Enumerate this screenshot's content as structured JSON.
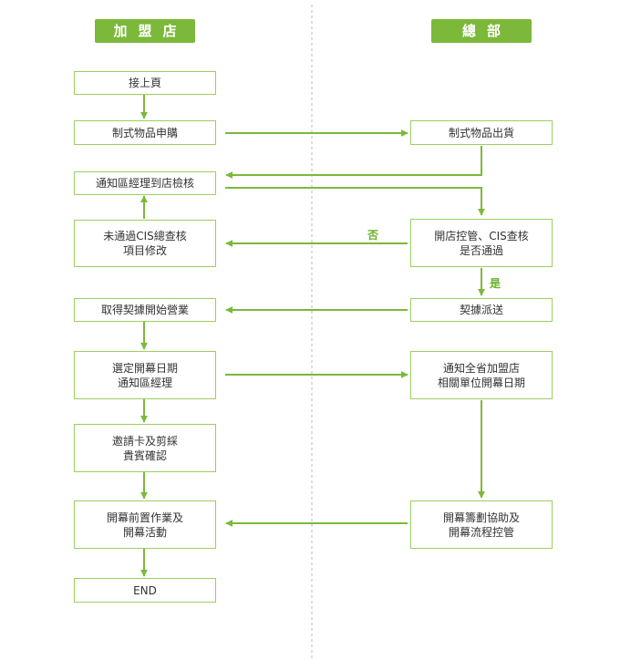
{
  "headers": {
    "franchise": "加盟店",
    "hq": "總部"
  },
  "left": {
    "step1": "接上頁",
    "step2": "制式物品申購",
    "step3": "通知區經理到店檢核",
    "step4_line1": "未通過CIS總查核",
    "step4_line2": "項目修改",
    "step5": "取得契據開始營業",
    "step6_line1": "選定開幕日期",
    "step6_line2": "通知區經理",
    "step7_line1": "邀請卡及剪綵",
    "step7_line2": "貴賓確認",
    "step8_line1": "開幕前置作業及",
    "step8_line2": "開幕活動",
    "step9": "END"
  },
  "right": {
    "step1": "制式物品出貨",
    "step2_line1": "開店控管、CIS查核",
    "step2_line2": "是否通過",
    "step3": "契據派送",
    "step4_line1": "通知全省加盟店",
    "step4_line2": "相關單位開幕日期",
    "step5_line1": "開幕籌劃協助及",
    "step5_line2": "開幕流程控管"
  },
  "labels": {
    "no": "否",
    "yes": "是"
  },
  "colors": {
    "accent": "#7cb83a",
    "box_border": "#9bcf5e",
    "divider": "#bbbbbb"
  }
}
